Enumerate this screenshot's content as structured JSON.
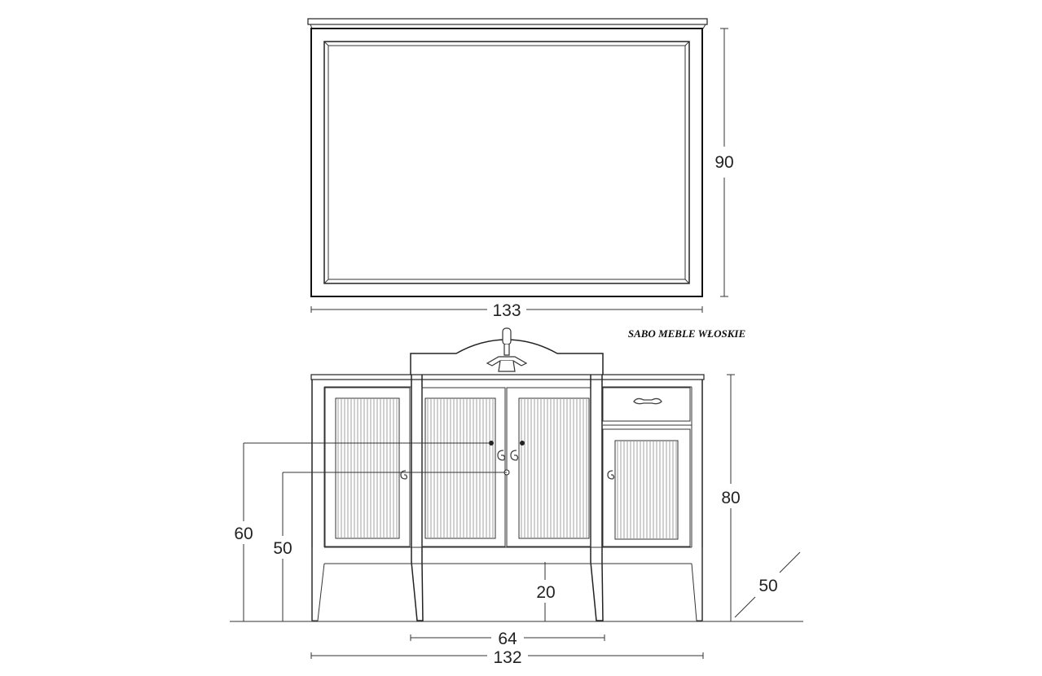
{
  "brand": "SABO MEBLE WŁOSKIE",
  "mirror": {
    "width_label": "133",
    "height_label": "90"
  },
  "cabinet": {
    "height_label": "80",
    "depth_label": "50",
    "width_label": "132",
    "sink_width_label": "64",
    "leg_clearance_label": "20",
    "upper_outlet_height_label": "60",
    "lower_outlet_height_label": "50"
  }
}
